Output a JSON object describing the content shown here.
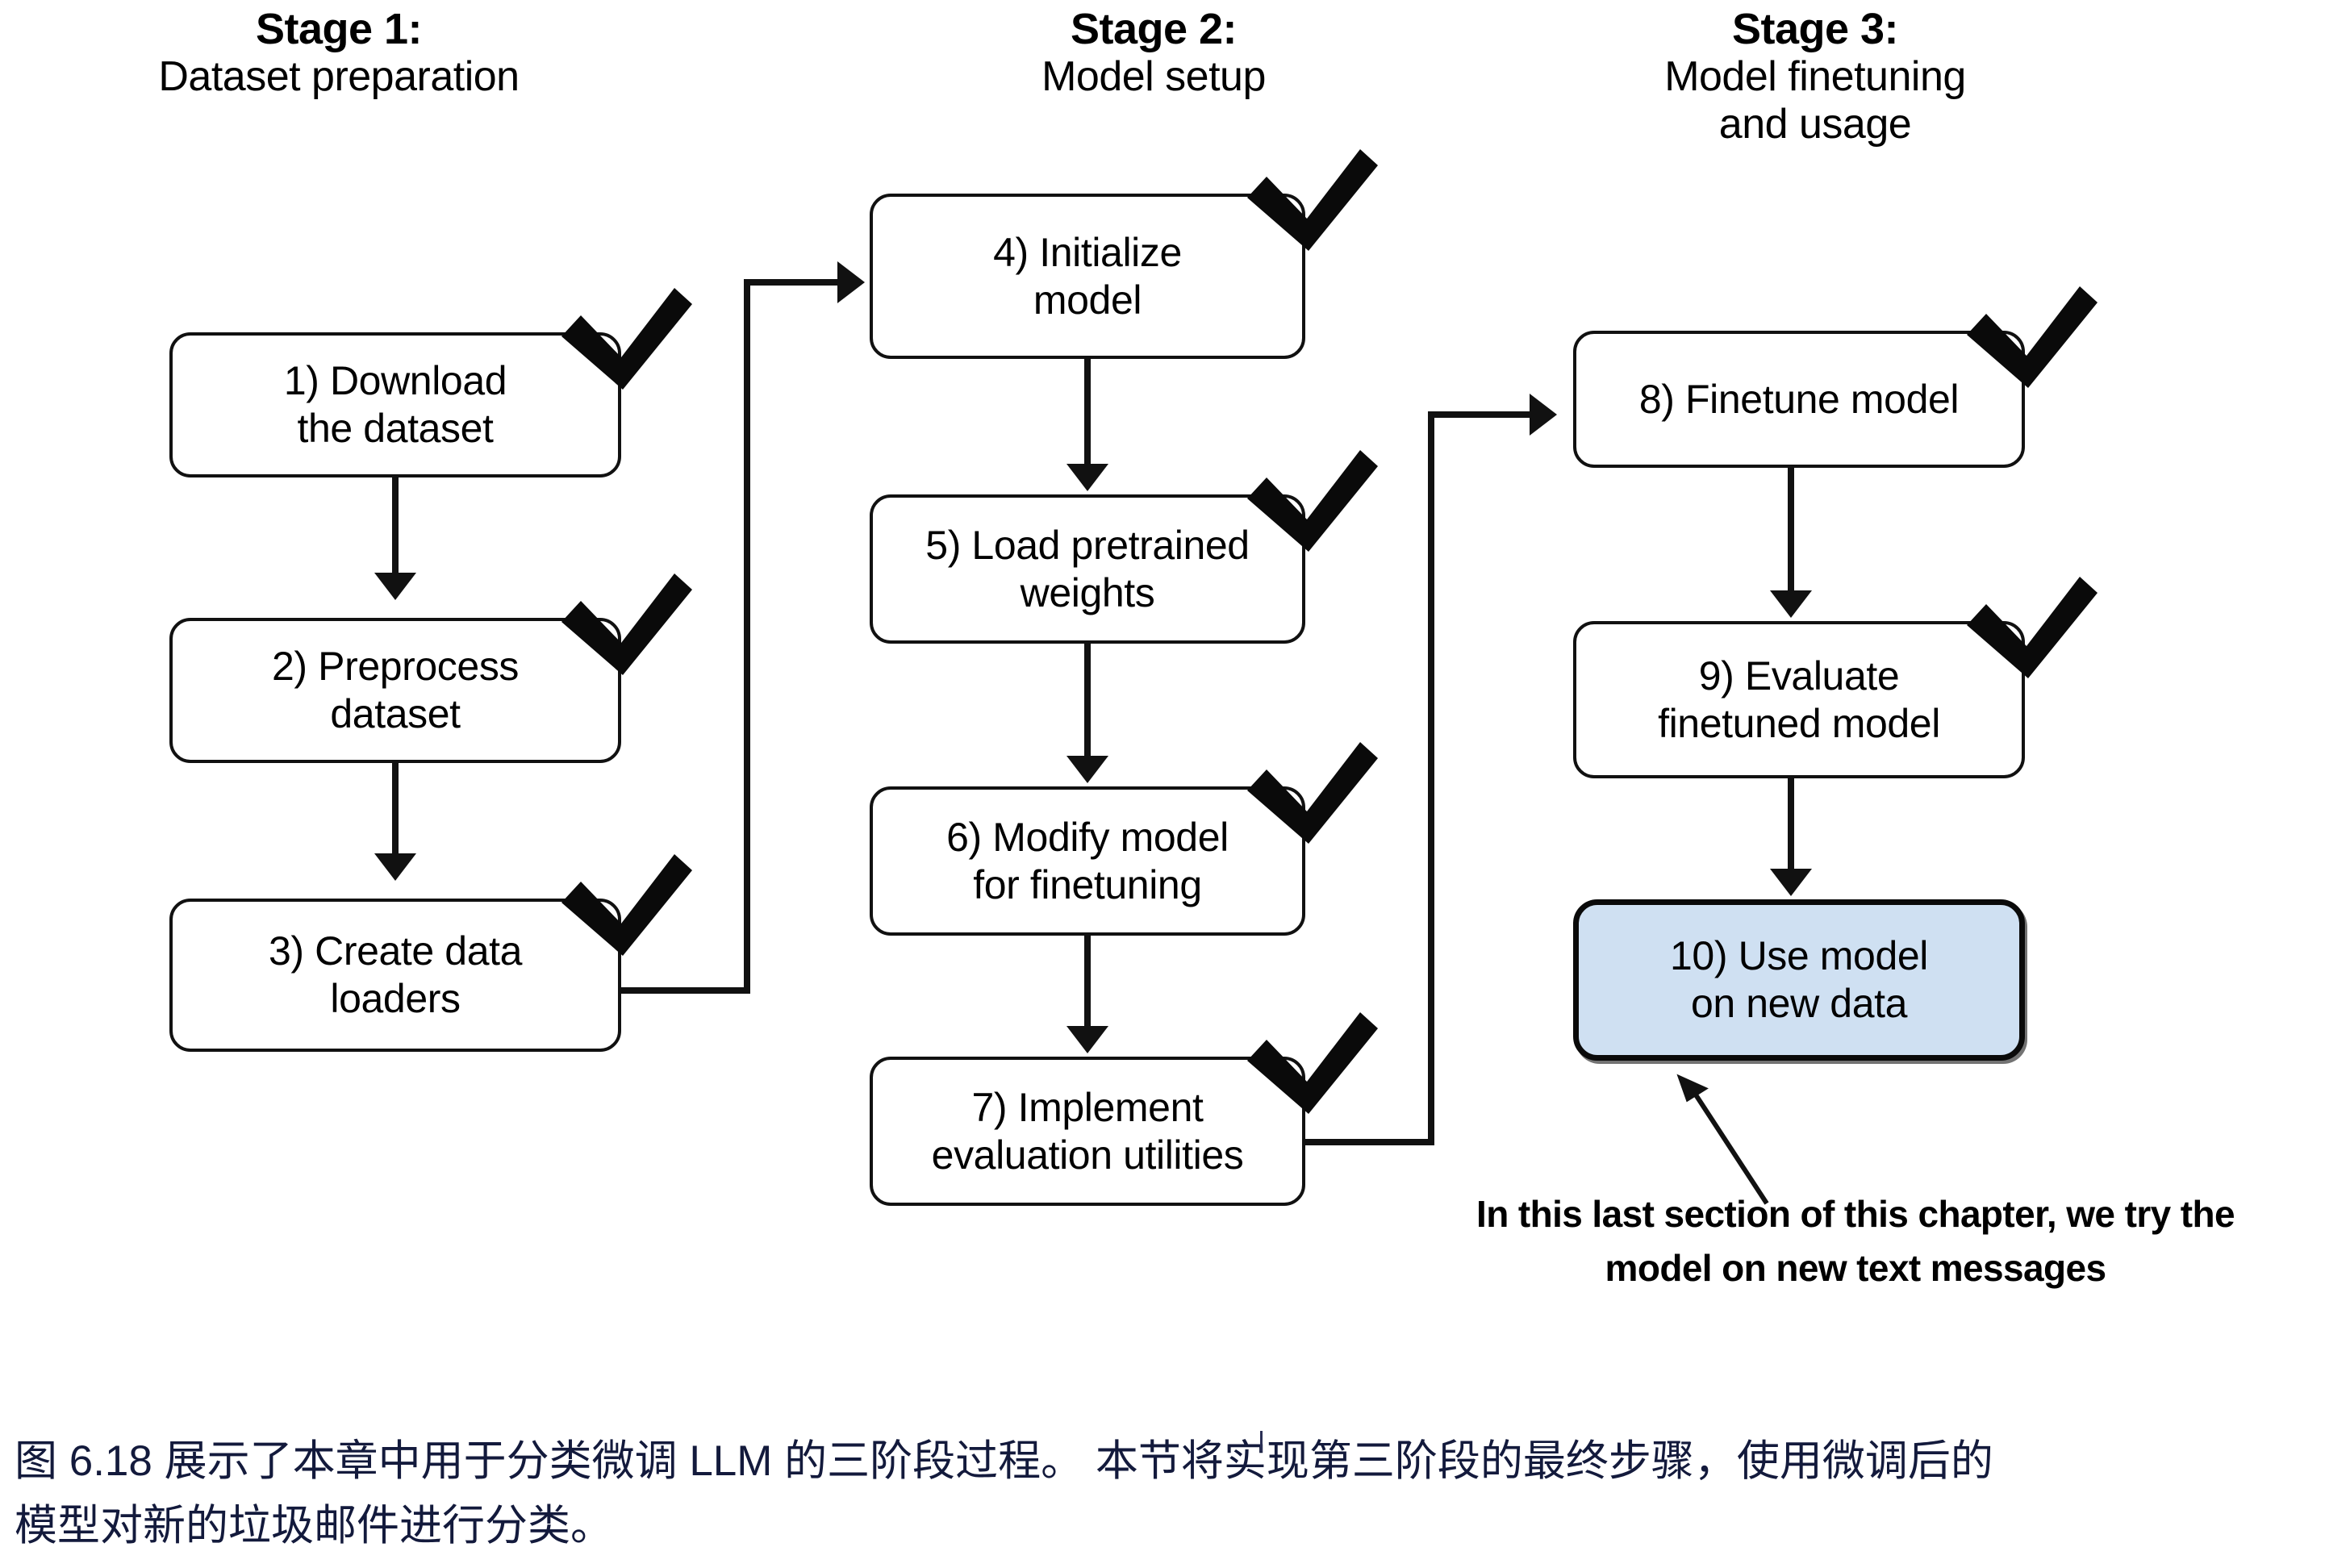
{
  "figure": {
    "stages": [
      {
        "id": "stage-1",
        "title": "Stage 1:",
        "subtitle": "Dataset preparation",
        "steps": [
          {
            "number": "1)",
            "line1": "1) Download",
            "line2": "the dataset",
            "checked": true
          },
          {
            "number": "2)",
            "line1": "2) Preprocess",
            "line2": "dataset",
            "checked": true
          },
          {
            "number": "3)",
            "line1": "3) Create data",
            "line2": "loaders",
            "checked": true
          }
        ]
      },
      {
        "id": "stage-2",
        "title": "Stage 2:",
        "subtitle": "Model setup",
        "steps": [
          {
            "number": "4)",
            "line1": "4) Initialize",
            "line2": "model",
            "checked": true
          },
          {
            "number": "5)",
            "line1": "5) Load pretrained",
            "line2": "weights",
            "checked": true
          },
          {
            "number": "6)",
            "line1": "6) Modify model",
            "line2": "for finetuning",
            "checked": true
          },
          {
            "number": "7)",
            "line1": "7) Implement",
            "line2": "evaluation utilities",
            "checked": true
          }
        ]
      },
      {
        "id": "stage-3",
        "title": "Stage 3:",
        "subtitle_line1": "Model finetuning",
        "subtitle_line2": "and usage",
        "steps": [
          {
            "number": "8)",
            "line1": "8) Finetune model",
            "line2": "",
            "checked": true
          },
          {
            "number": "9)",
            "line1": "9) Evaluate",
            "line2": "finetuned model",
            "checked": true
          },
          {
            "number": "10)",
            "line1": "10) Use model",
            "line2": "on new data",
            "checked": false,
            "highlighted": true
          }
        ]
      }
    ],
    "annotation": {
      "line1": "In this last section of this chapter, we try the",
      "line2": "model on new text messages"
    },
    "highlight_color": "#cfe0f2",
    "line_color": "#111111"
  },
  "caption": {
    "line1": "图 6.18 展示了本章中用于分类微调 LLM 的三阶段过程。 本节将实现第三阶段的最终步骤，使用微调后的",
    "line2": "模型对新的垃圾邮件进行分类。",
    "color": "#131a3c"
  }
}
